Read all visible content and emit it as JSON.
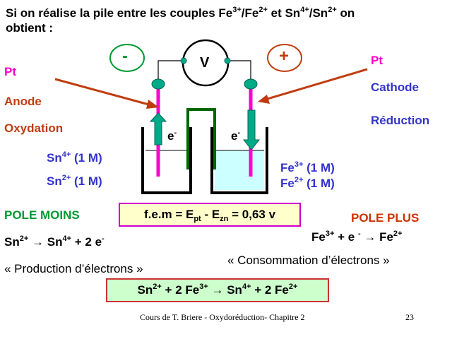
{
  "title": {
    "line1_a": "Si on réalise la pile entre les couples Fe",
    "line1_sup1": "3+",
    "line1_b": "/Fe",
    "line1_sup2": "2+",
    "line1_c": " et Sn",
    "line1_sup3": "4+",
    "line1_d": "/Sn",
    "line1_sup4": "2+",
    "line1_e": " on",
    "line2": "obtient :"
  },
  "left": {
    "electrode": "Pt",
    "role": "Anode",
    "process": "Oxydation",
    "sn4": "Sn",
    "sn4_sup": "4+",
    "sn4_conc": " (1 M)",
    "sn2": "Sn",
    "sn2_sup": "2+",
    "sn2_conc": " (1 M)",
    "pole": "POLE MOINS",
    "reaction_a": "Sn",
    "reaction_sup1": "2+",
    "reaction_arrow": " → ",
    "reaction_b": "Sn",
    "reaction_sup2": "4+",
    "reaction_c": " + 2 e",
    "reaction_sup3": "-",
    "description": "« Production d’électrons »"
  },
  "right": {
    "electrode": "Pt",
    "role": "Cathode",
    "process": "Réduction",
    "fe3": "Fe",
    "fe3_sup": "3+",
    "fe3_conc": " (1 M)",
    "fe2": "Fe",
    "fe2_sup": "2+",
    "fe2_conc": " (1 M)",
    "pole": "POLE PLUS",
    "reaction_a": "Fe",
    "reaction_sup1": "3+",
    "reaction_b": " + e ",
    "reaction_sup2": "-",
    "reaction_arrow": " → ",
    "reaction_c": " Fe",
    "reaction_sup3": "2+",
    "description": "« Consommation d’électrons »"
  },
  "circuit": {
    "minus": "-",
    "plus": "+",
    "voltmeter": "V",
    "electron_left": "e",
    "electron_left_sup": "-",
    "electron_right": "e",
    "electron_right_sup": "-"
  },
  "fem": {
    "a": "f.e.m = E",
    "sub1": "pt",
    "b": " - E",
    "sub2": "zn",
    "c": " = 0,63 v"
  },
  "global_equation": {
    "a": "Sn",
    "sup1": "2+",
    "b": " + 2 Fe",
    "sup2": "3+",
    "arrow": " → ",
    "c": "Sn",
    "sup3": "4+",
    "d": "  + 2 Fe",
    "sup4": "2+"
  },
  "footer": {
    "credit": "Cours de T. Briere - Oxydoréduction- Chapitre 2",
    "page": "23"
  },
  "colors": {
    "magenta": "#ff00cc",
    "orange": "#c03c10",
    "blue": "#3333cc",
    "green": "#009933",
    "teal": "#00aa88",
    "solution": "#ccffff"
  }
}
